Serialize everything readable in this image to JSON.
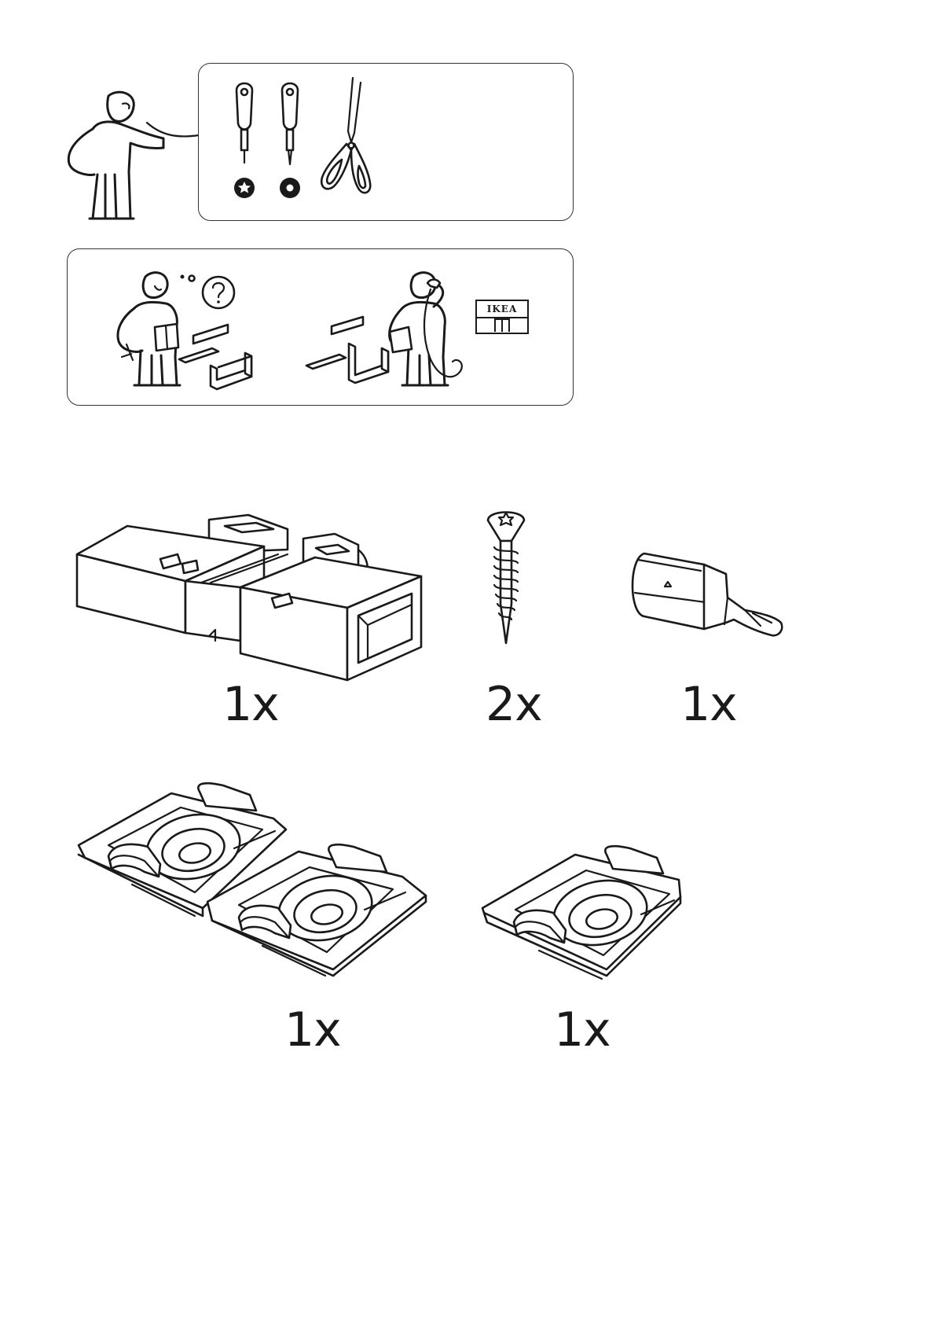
{
  "tools": {
    "icons": [
      "torx-screwdriver-icon",
      "phillips-screwdriver-icon",
      "scissors-icon"
    ]
  },
  "help": {
    "store_sign": "IKEA"
  },
  "parts": [
    {
      "name": "connector-bracket",
      "qty": "1x"
    },
    {
      "name": "wood-screw",
      "qty": "2x"
    },
    {
      "name": "torx-bit",
      "qty": "1x"
    },
    {
      "name": "double-mounting-plate",
      "qty": "1x"
    },
    {
      "name": "single-mounting-plate",
      "qty": "1x"
    }
  ]
}
